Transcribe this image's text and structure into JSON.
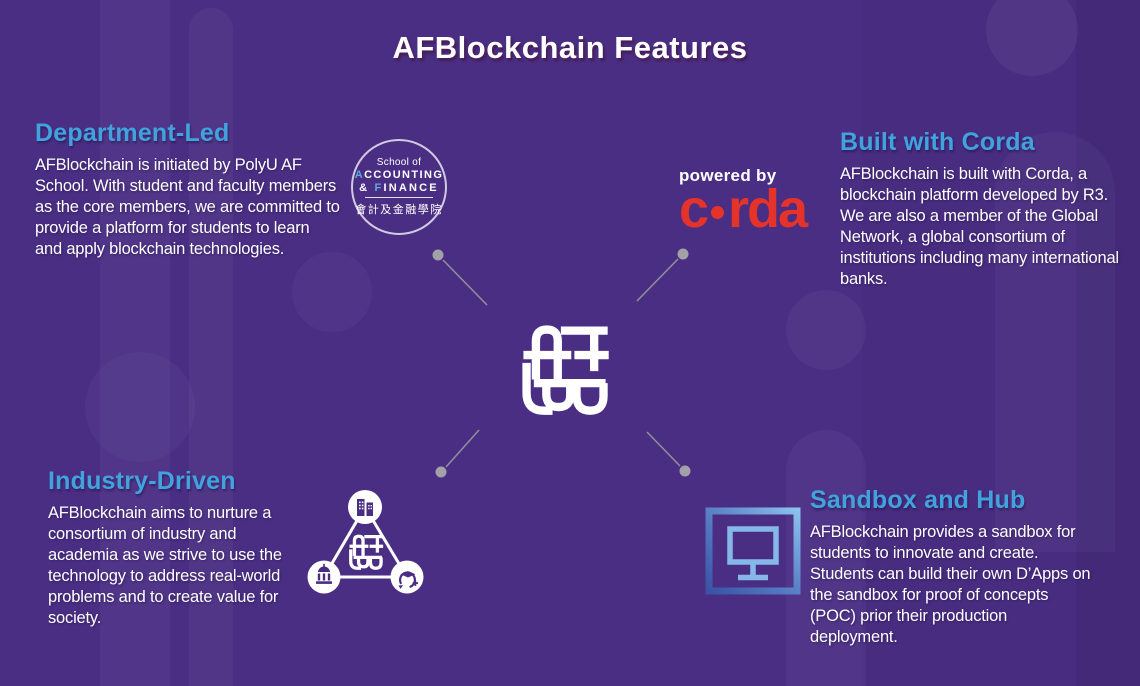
{
  "page": {
    "title": "AFBlockchain Features"
  },
  "colors": {
    "background": "#4A2E84",
    "heading_blue": "#41A3DE",
    "body_text": "#FFFFFF",
    "corda_red": "#E63329",
    "badge_accent_blue": "#5FA8DC",
    "connector_grey": "#A3A1A8",
    "sandbox_frame_blue": "#3A53A6",
    "sandbox_monitor_blue": "#85B8E8"
  },
  "features": {
    "department": {
      "heading": "Department-Led",
      "body": "AFBlockchain is initiated by PolyU AF\nSchool. With student and faculty members\nas the core members, we are committed to\nprovide a platform for students to learn\nand apply blockchain technologies."
    },
    "corda": {
      "heading": "Built with Corda",
      "body": "AFBlockchain is built with Corda, a\nblockchain platform developed by R3.\nWe are also a member of the Global\nNetwork, a global consortium of\ninstitutions including many international\nbanks."
    },
    "industry": {
      "heading": "Industry-Driven",
      "body": "AFBlockchain aims to nurture a\nconsortium of industry and\nacademia as we strive to use the\ntechnology to address real-world\nproblems and to create value for\nsociety."
    },
    "sandbox": {
      "heading": "Sandbox and Hub",
      "body": "AFBlockchain provides a sandbox for\nstudents to innovate and create.\nStudents can build their own D’Apps on\nthe sandbox for proof of concepts\n(POC) prior their production\ndeployment."
    }
  },
  "school_badge": {
    "line1": "School of",
    "line2_initial": "A",
    "line2_rest": "CCOUNTING",
    "line3_amp": "& ",
    "line3_initial": "F",
    "line3_rest": "INANCE",
    "line4": "會計及金融學院"
  },
  "corda_logo": {
    "powered_by": "powered by",
    "word_start": "c",
    "word_end": "rda"
  }
}
